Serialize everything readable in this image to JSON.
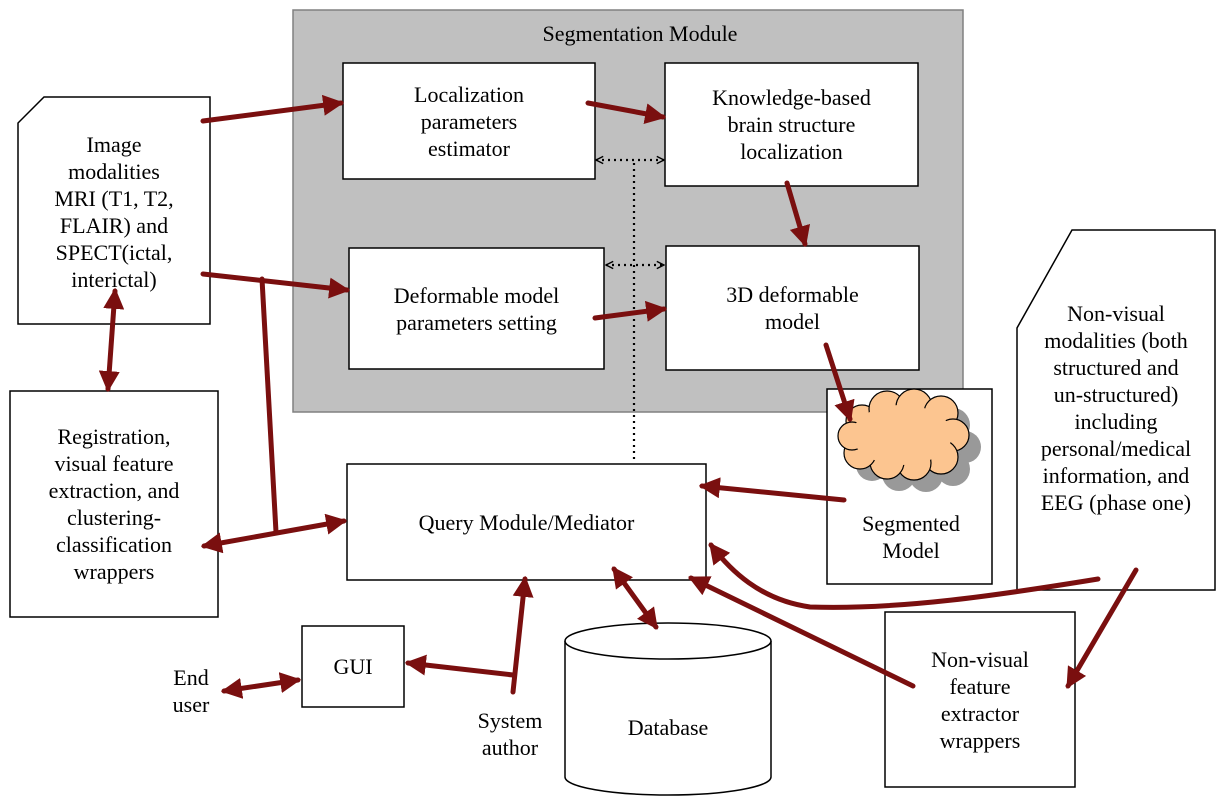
{
  "colors": {
    "arrow": "#7a0f0f",
    "module_fill": "#c0c0c0",
    "cloud_fill": "#fcc590",
    "cloud_shadow": "#999999"
  },
  "module": {
    "title": "Segmentation Module"
  },
  "boxes": {
    "localization_estimator": "Localization\nparameters\nestimator",
    "knowledge_localization": "Knowledge-based\nbrain structure\nlocalization",
    "deformable_setting": "Deformable model\nparameters setting",
    "deformable_3d": "3D deformable\nmodel",
    "image_modalities": "Image\nmodalities\nMRI (T1, T2,\nFLAIR) and\nSPECT(ictal,\ninterictal)",
    "registration": "Registration,\nvisual feature\nextraction, and\nclustering-\nclassification\nwrappers",
    "query_module": "Query Module/Mediator",
    "segmented_model": "Segmented\nModel",
    "non_visual_modalities": "Non-visual\nmodalities (both\nstructured and\nun-structured)\nincluding\npersonal/medical\ninformation, and\nEEG (phase one)",
    "non_visual_extractor": "Non-visual\nfeature\nextractor\nwrappers",
    "gui": "GUI",
    "database": "Database",
    "end_user": "End\nuser",
    "system_author": "System\nauthor"
  }
}
